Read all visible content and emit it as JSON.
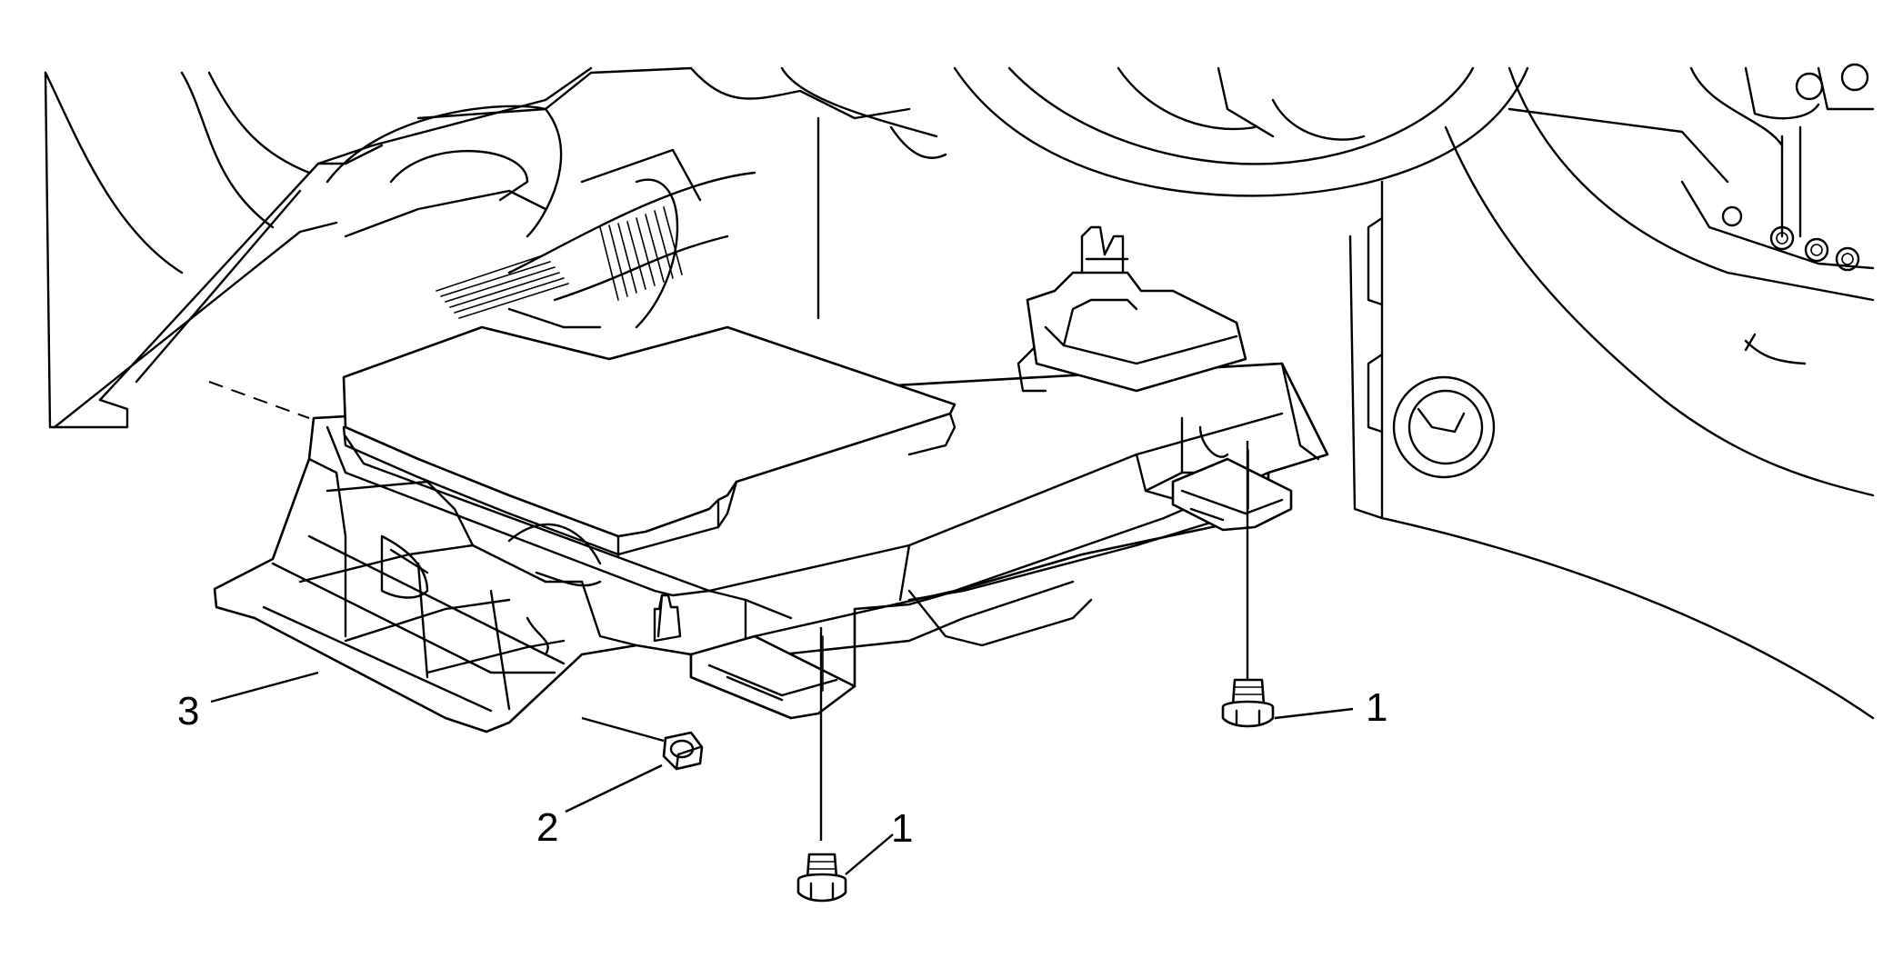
{
  "callouts": [
    {
      "id": "fastener-bolt-right",
      "label": "1"
    },
    {
      "id": "fastener-bolt-center",
      "label": "1"
    },
    {
      "id": "fastener-nut",
      "label": "2"
    },
    {
      "id": "panel",
      "label": "3"
    }
  ],
  "colors": {
    "line": "#000000",
    "background": "#ffffff"
  }
}
